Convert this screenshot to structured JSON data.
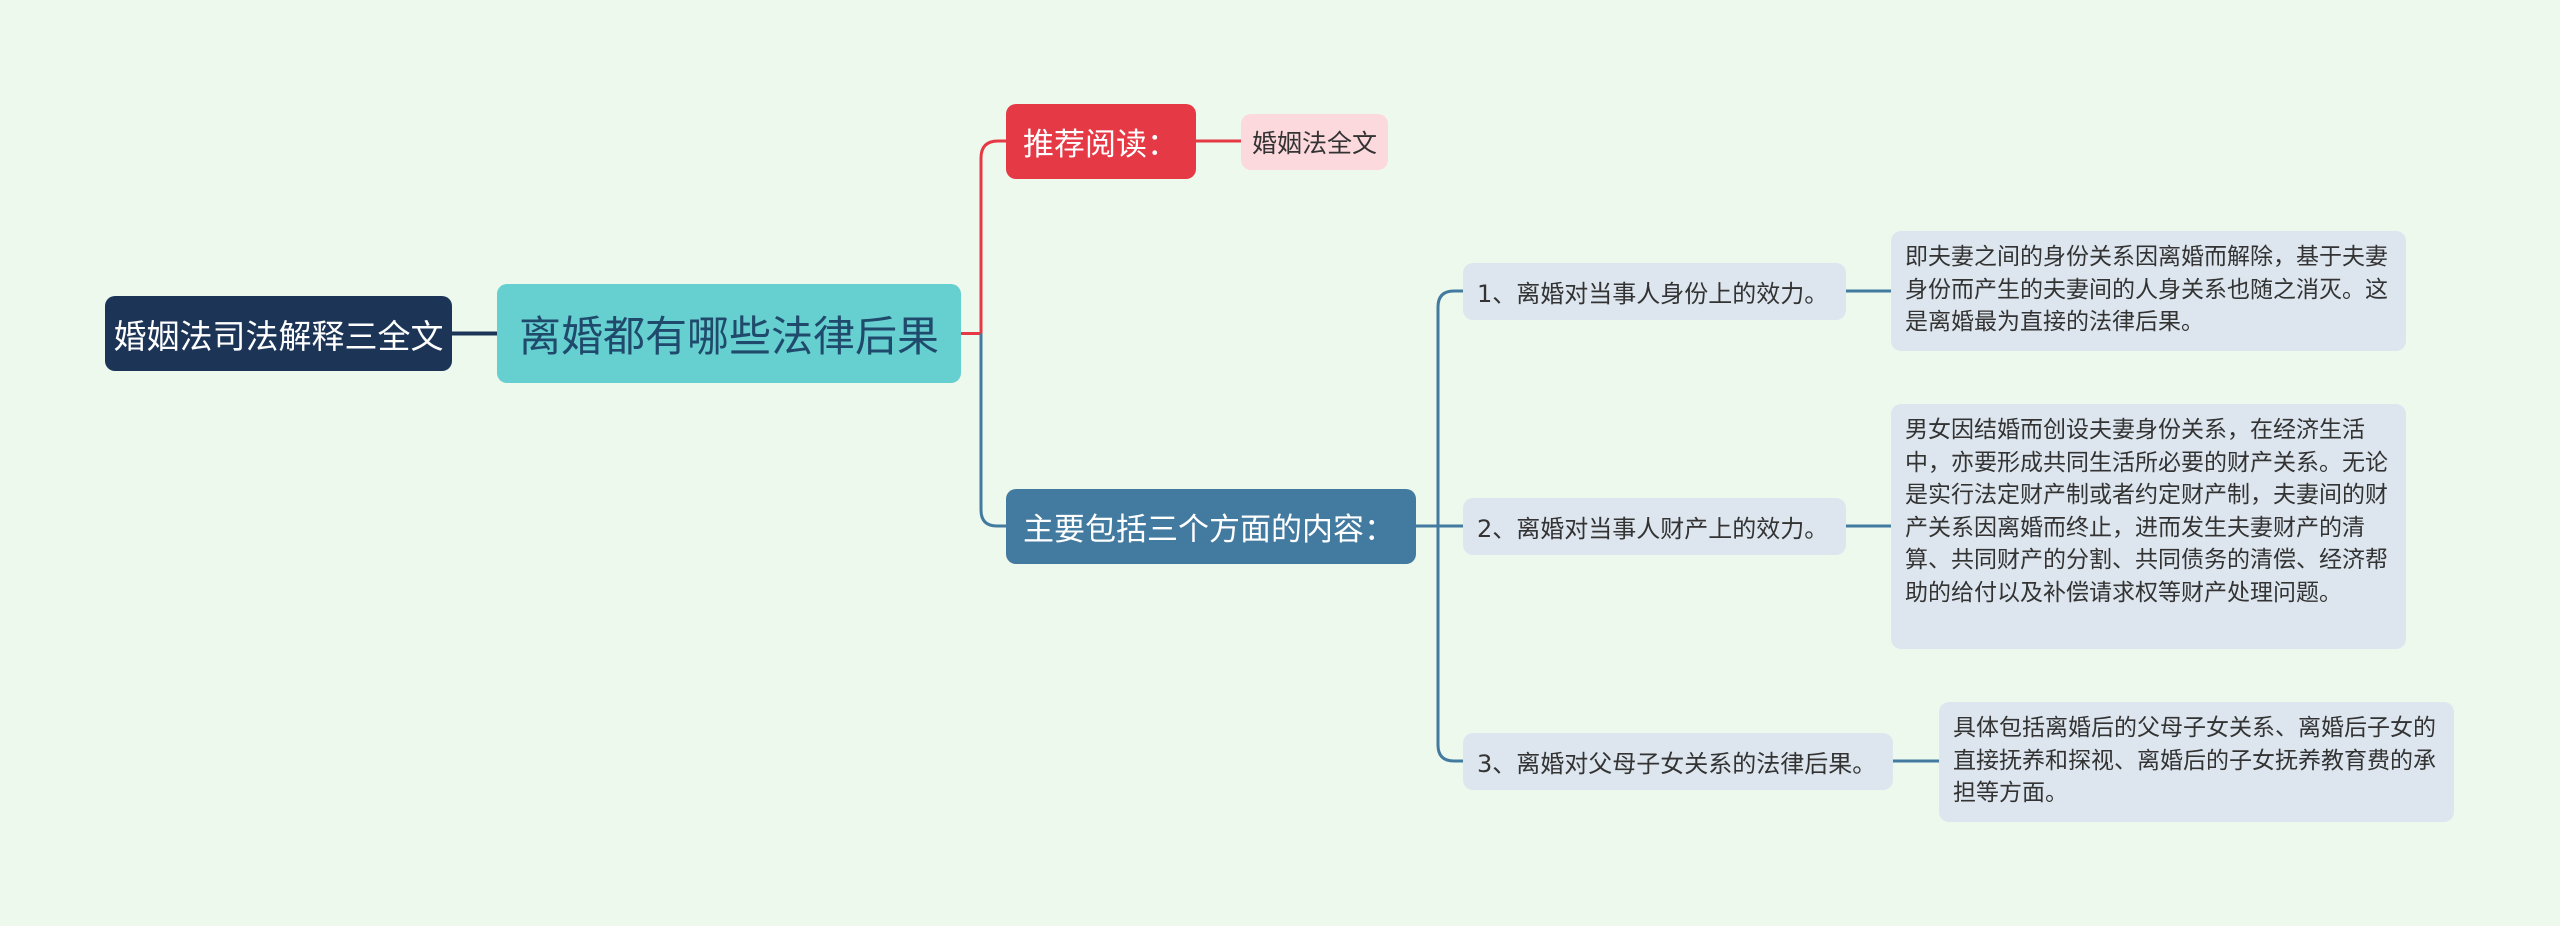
{
  "mindmap": {
    "left_node": "婚姻法司法解释三全文",
    "root": "离婚都有哪些法律后果",
    "recommend": {
      "label": "推荐阅读：",
      "child": "婚姻法全文"
    },
    "main": {
      "label": "主要包括三个方面的内容：",
      "items": [
        {
          "label": "1、离婚对当事人身份上的效力。",
          "detail": "即夫妻之间的身份关系因离婚而解除，基于夫妻身份而产生的夫妻间的人身关系也随之消灭。这是离婚最为直接的法律后果。"
        },
        {
          "label": "2、离婚对当事人财产上的效力。",
          "detail": "男女因结婚而创设夫妻身份关系，在经济生活中，亦要形成共同生活所必要的财产关系。无论是实行法定财产制或者约定财产制，夫妻间的财产关系因离婚而终止，进而发生夫妻财产的清算、共同财产的分割、共同债务的清偿、经济帮助的给付以及补偿请求权等财产处理问题。"
        },
        {
          "label": "3、离婚对父母子女关系的法律后果。",
          "detail": "具体包括离婚后的父母子女关系、离婚后子女的直接抚养和探视、离婚后的子女抚养教育费的承担等方面。"
        }
      ]
    }
  },
  "colors": {
    "background": "#eef9ee",
    "left_node": "#1c3557",
    "root": "#66cfcf",
    "recommend": "#e63946",
    "recommend_child": "#fbd9dd",
    "main": "#437a9f",
    "leaf": "#dde6ee",
    "line_dark": "#1c3557",
    "line_red": "#e63946",
    "line_blue": "#437a9f"
  }
}
